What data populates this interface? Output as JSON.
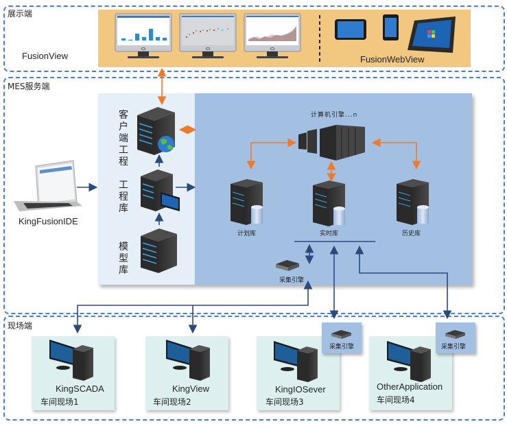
{
  "zones": {
    "display": {
      "label": "展示端",
      "fusionview_label": "FusionView",
      "fusionwebview_label": "FusionWebView"
    },
    "mes": {
      "label": "MES服务端"
    },
    "field": {
      "label": "现场端"
    }
  },
  "mes": {
    "ide_label": "KingFusionIDE",
    "client_project_label": "客户端工程",
    "project_lib_label": "工程库",
    "model_lib_label": "模型库",
    "compute_engine_label": "计算机引擎...n",
    "plan_db_label": "计划库",
    "realtime_db_label": "实时库",
    "history_db_label": "历史库",
    "collect_engine_label": "采集引擎"
  },
  "sites": [
    {
      "app": "KingSCADA",
      "name": "车间现场1",
      "has_engine": false
    },
    {
      "app": "KingView",
      "name": "车间现场2",
      "has_engine": false
    },
    {
      "app": "KingIOSever",
      "name": "车间现场3",
      "has_engine": true,
      "engine_label": "采集引擎"
    },
    {
      "app": "OtherApplication",
      "name": "车间现场4",
      "has_engine": true,
      "engine_label": "采集引擎"
    }
  ],
  "colors": {
    "zone_border": "#4a7fc1",
    "orange_panel": "#f2c77f",
    "blue_panel": "#a3c0e3",
    "light_panel": "#e6eef7",
    "site_panel": "#ddf0ef",
    "orange_arrow": "#f07a2a",
    "navy_arrow": "#2a4a7a"
  }
}
